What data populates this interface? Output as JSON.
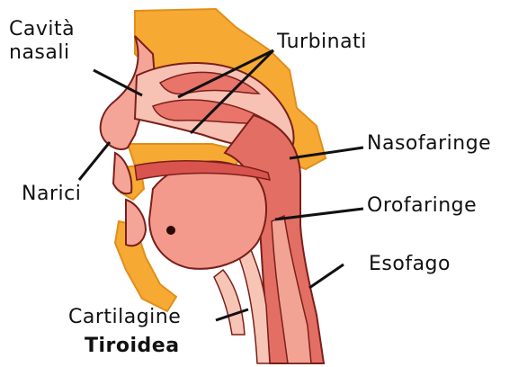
{
  "labels": {
    "cavita_line1": "Cavità",
    "cavita_line2": "nasali",
    "turbinati": "Turbinati",
    "nasofaringe": "Nasofaringe",
    "narici": "Narici",
    "orofaringe": "Orofaringe",
    "esofago": "Esofago",
    "cartilagine": "Cartilagine",
    "tiroidea": "Tiroidea"
  },
  "colors": {
    "bone": "#f6a933",
    "soft_tissue": "#f0b8a0",
    "pink": "#f49b8c",
    "red": "#d9534f",
    "dark_red": "#b8322f",
    "outline": "#7a1f1a"
  }
}
